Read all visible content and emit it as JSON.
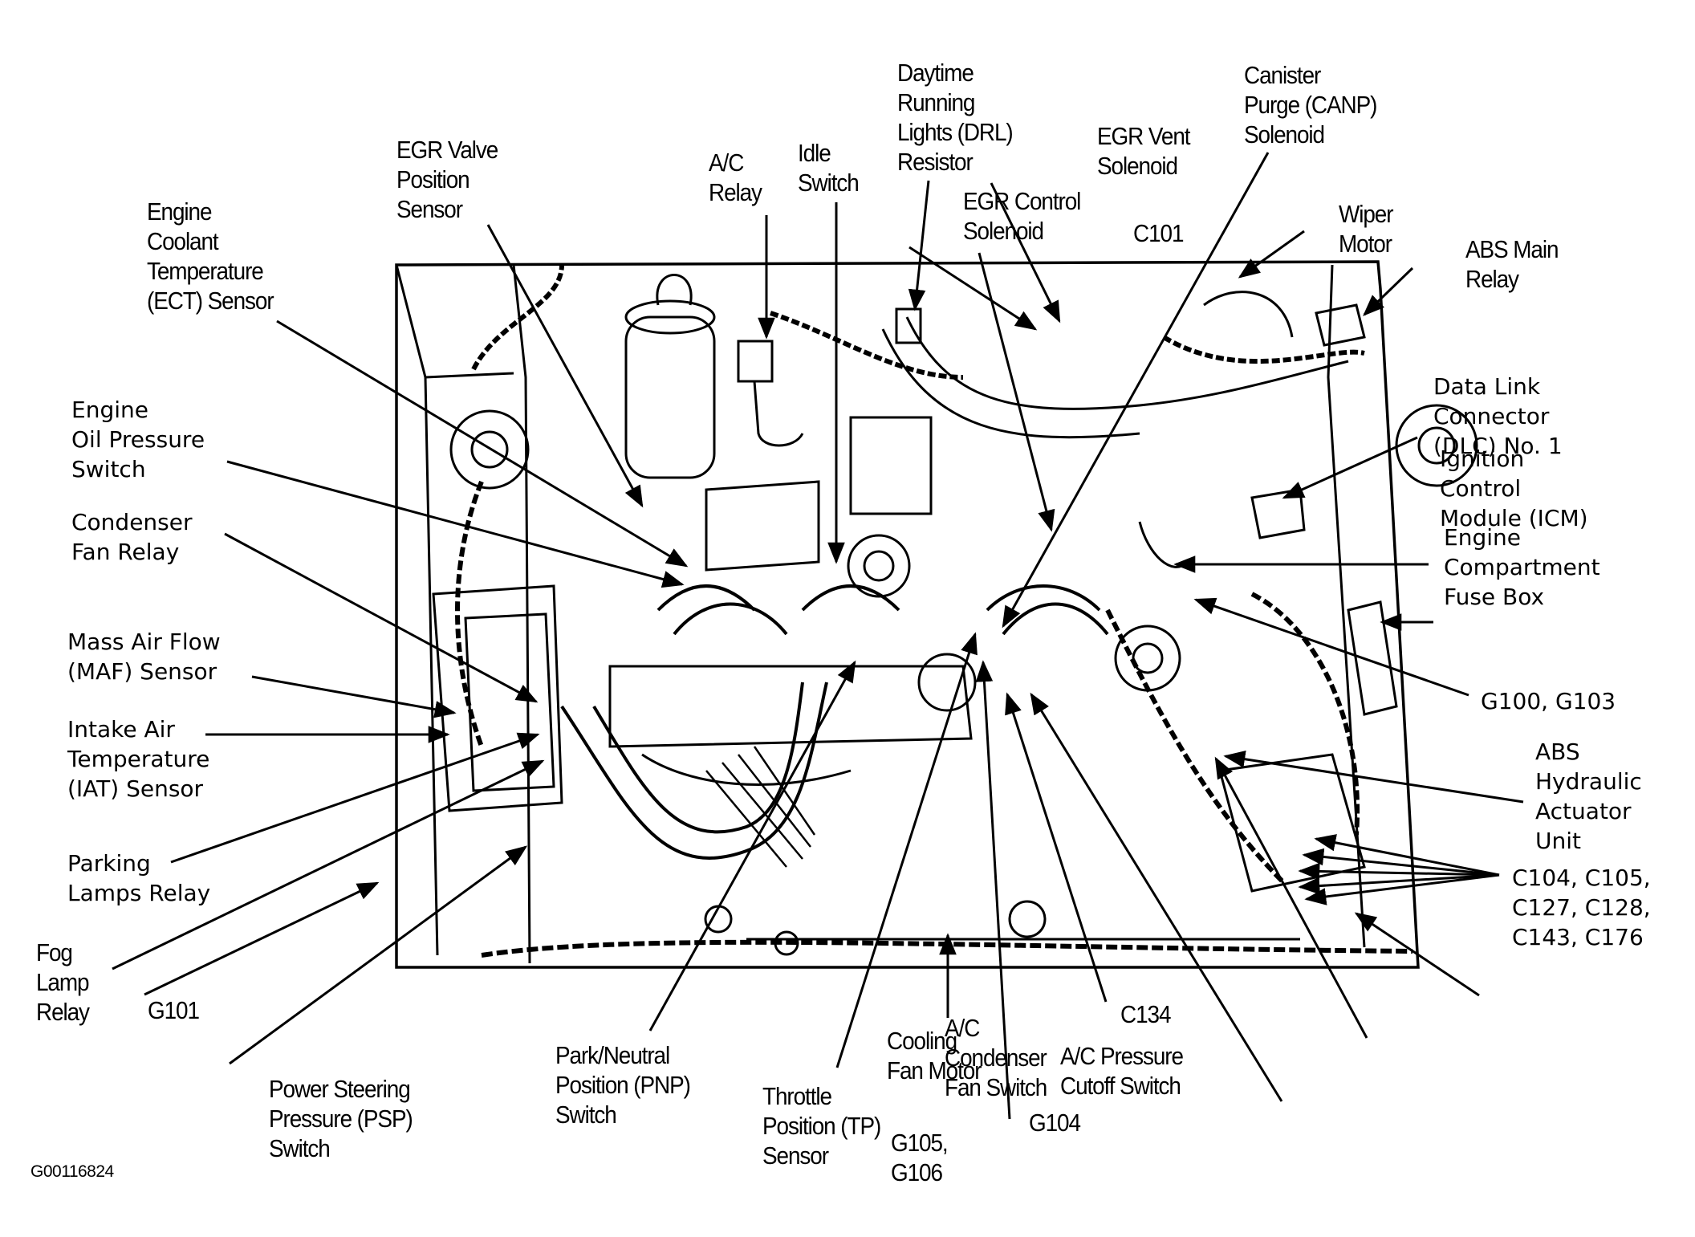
{
  "figure": {
    "title": "Engine Compartment Component Locations",
    "figure_id": "G00116824",
    "ink_color": "#000000",
    "background_color": "#ffffff"
  },
  "labels": {
    "ect_sensor": "Engine\nCoolant\nTemperature\n(ECT) Sensor",
    "egr_valve_position_sensor": "EGR Valve\nPosition\nSensor",
    "ac_relay": "A/C\nRelay",
    "idle_switch": "Idle\nSwitch",
    "drl_resistor": "Daytime\nRunning\nLights (DRL)\nResistor",
    "egr_control_solenoid": "EGR Control\nSolenoid",
    "egr_vent_solenoid": "EGR Vent\nSolenoid",
    "c101": "C101",
    "canp_solenoid": "Canister\nPurge (CANP)\nSolenoid",
    "wiper_motor": "Wiper\nMotor",
    "abs_main_relay": "ABS Main\nRelay",
    "oil_pressure_switch": "Engine\nOil Pressure\nSwitch",
    "condenser_fan_relay": "Condenser\nFan Relay",
    "maf_sensor": "Mass Air Flow\n(MAF) Sensor",
    "iat_sensor": "Intake Air\nTemperature\n(IAT) Sensor",
    "parking_lamps_relay": "Parking\nLamps Relay",
    "fog_lamp_relay": "Fog\nLamp\nRelay",
    "g101": "G101",
    "psp_switch": "Power Steering\nPressure (PSP)\nSwitch",
    "pnp_switch": "Park/Neutral\nPosition (PNP)\nSwitch",
    "tp_sensor": "Throttle\nPosition (TP)\nSensor",
    "cooling_fan_motor": "Cooling\nFan Motor",
    "g105_g106": "G105,\nG106",
    "ac_condenser_fan_switch": "A/C\nCondenser\nFan Switch",
    "g104": "G104",
    "ac_pressure_cutoff_switch": "A/C Pressure\nCutoff Switch",
    "c134": "C134",
    "connectors_group": "C104, C105,\nC127, C128,\nC143, C176",
    "abs_hydraulic_actuator": "ABS\nHydraulic\nActuator\nUnit",
    "g100_g103": "G100, G103",
    "fuse_box": "Engine\nCompartment\nFuse Box",
    "icm": "Ignition\nControl\nModule (ICM)",
    "dlc": "Data Link\nConnector\n(DLC) No. 1"
  }
}
